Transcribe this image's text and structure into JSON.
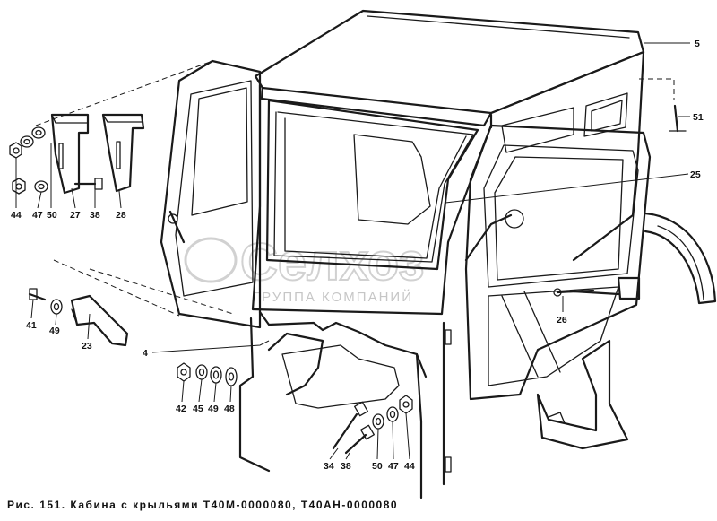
{
  "caption": "Рис. 151. Кабина с крыльями Т40М-0000080, Т40АН-0000080",
  "watermark": {
    "brand": "Селхоз",
    "tagline": "ГРУППА КОМПАНИЙ"
  },
  "callouts": [
    "5",
    "51",
    "25",
    "26",
    "4",
    "44",
    "47",
    "50",
    "27",
    "38",
    "28",
    "41",
    "49",
    "23",
    "42",
    "45",
    "49",
    "48",
    "34",
    "38",
    "50",
    "47",
    "44"
  ]
}
